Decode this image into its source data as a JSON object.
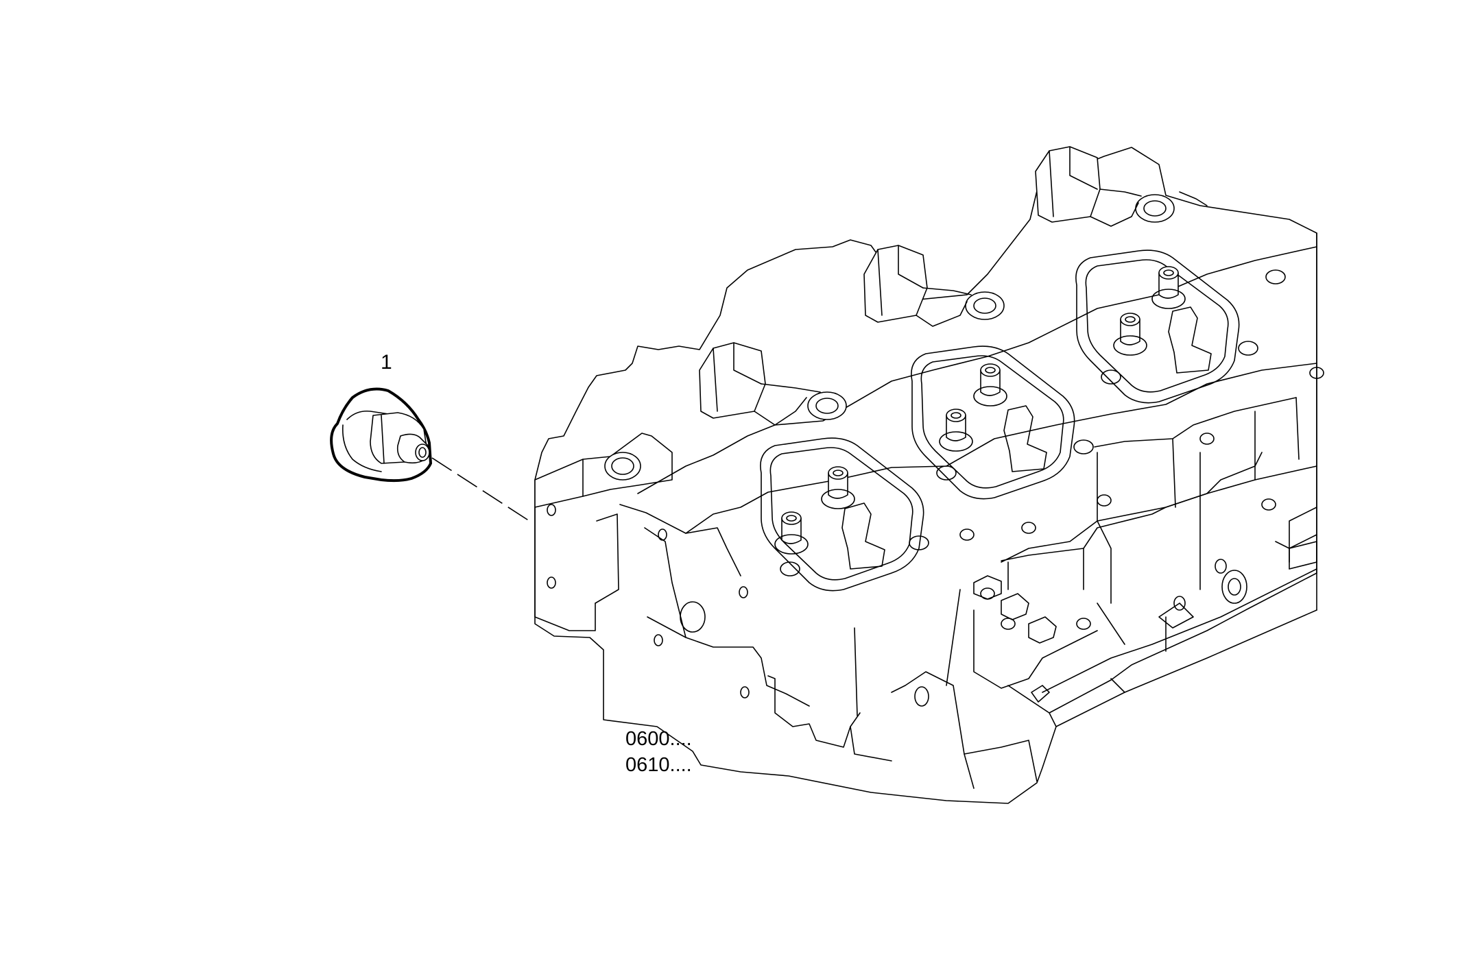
{
  "callouts": [
    {
      "id": "1",
      "label": "1"
    }
  ],
  "reference_codes": [
    "0600....",
    "0610...."
  ],
  "parts": [
    {
      "callout": "1",
      "name": "plug"
    },
    {
      "name": "cylinder head"
    }
  ]
}
